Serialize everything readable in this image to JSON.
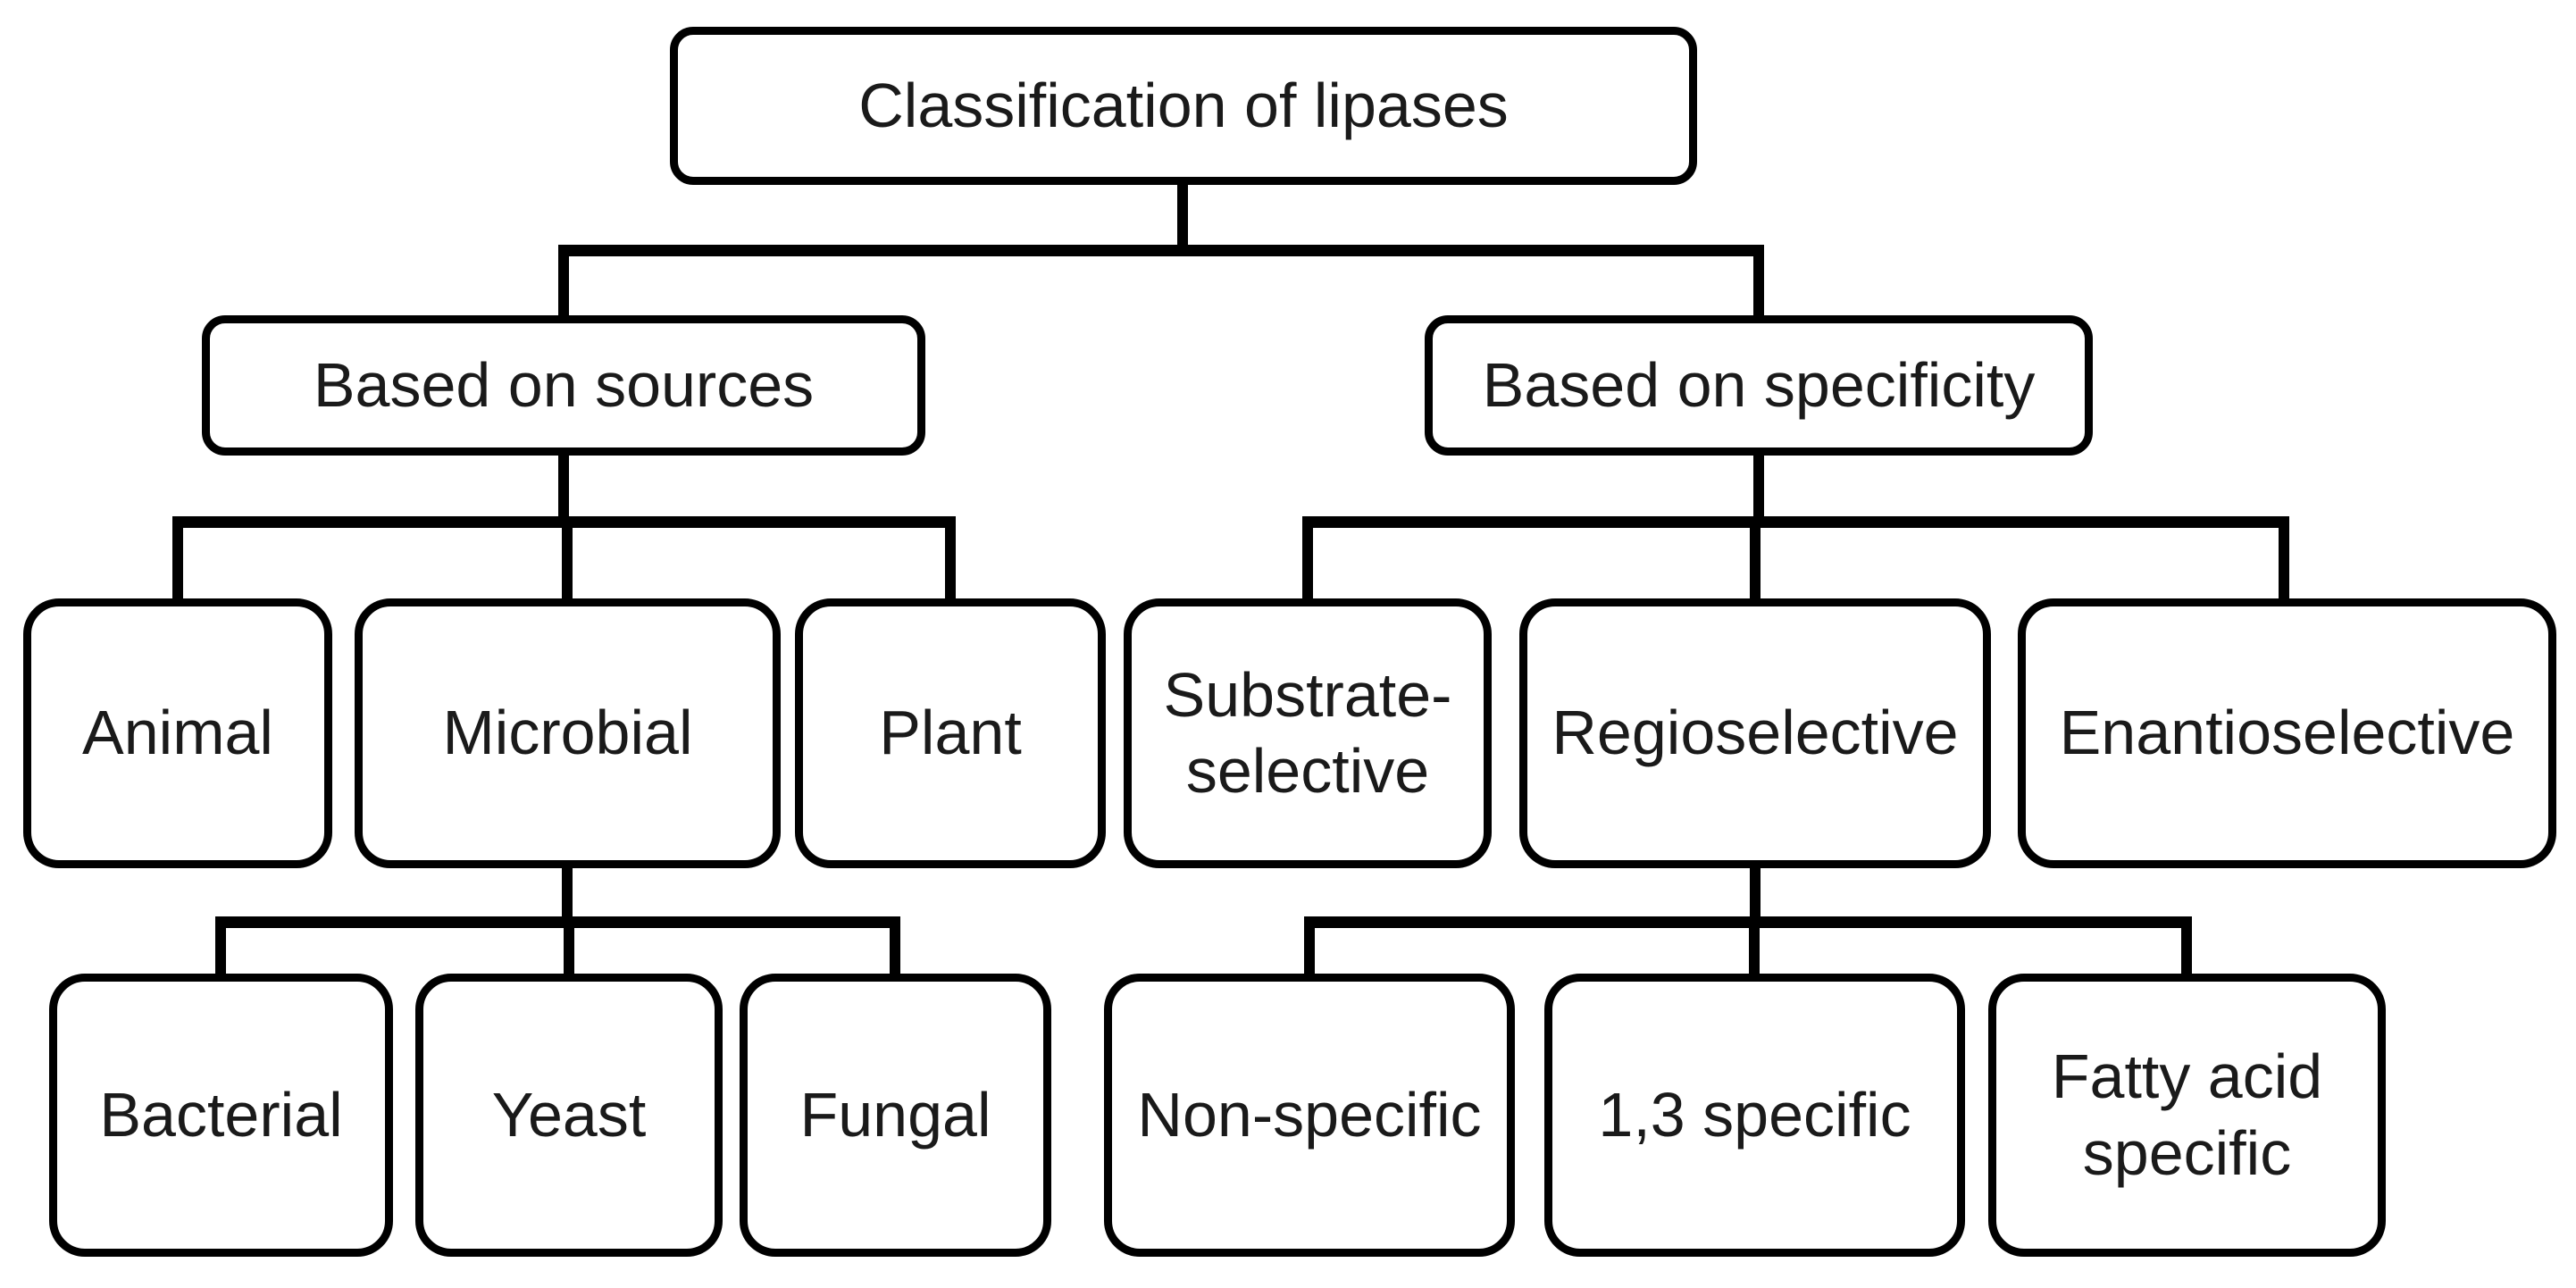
{
  "diagram": {
    "title": "Classification of lipases",
    "type": "hierarchy-flowchart",
    "colors": {
      "line": "#000000",
      "box_border": "#000000",
      "box_background": "#ffffff",
      "text": "#1a1a1a",
      "page_background": "#ffffff"
    },
    "nodes": {
      "root": {
        "label": "Classification of lipases",
        "children": [
          "based_on_sources",
          "based_on_specificity"
        ]
      },
      "based_on_sources": {
        "label": "Based on sources",
        "children": [
          "animal",
          "microbial",
          "plant"
        ]
      },
      "based_on_specificity": {
        "label": "Based on specificity",
        "children": [
          "substrate_selective",
          "regioselective",
          "enantioselective"
        ]
      },
      "animal": {
        "label": "Animal",
        "children": []
      },
      "microbial": {
        "label": "Microbial",
        "children": [
          "bacterial",
          "yeast",
          "fungal"
        ]
      },
      "plant": {
        "label": "Plant",
        "children": []
      },
      "substrate_selective": {
        "label": "Substrate-selective",
        "children": []
      },
      "regioselective": {
        "label": "Regioselective",
        "children": [
          "non_specific",
          "one_three_specific",
          "fatty_acid_specific"
        ]
      },
      "enantioselective": {
        "label": "Enantioselective",
        "children": []
      },
      "bacterial": {
        "label": "Bacterial",
        "children": []
      },
      "yeast": {
        "label": "Yeast",
        "children": []
      },
      "fungal": {
        "label": "Fungal",
        "children": []
      },
      "non_specific": {
        "label": "Non-specific",
        "children": []
      },
      "one_three_specific": {
        "label": "1,3 specific",
        "children": []
      },
      "fatty_acid_specific": {
        "label": "Fatty acid specific",
        "children": []
      }
    }
  }
}
